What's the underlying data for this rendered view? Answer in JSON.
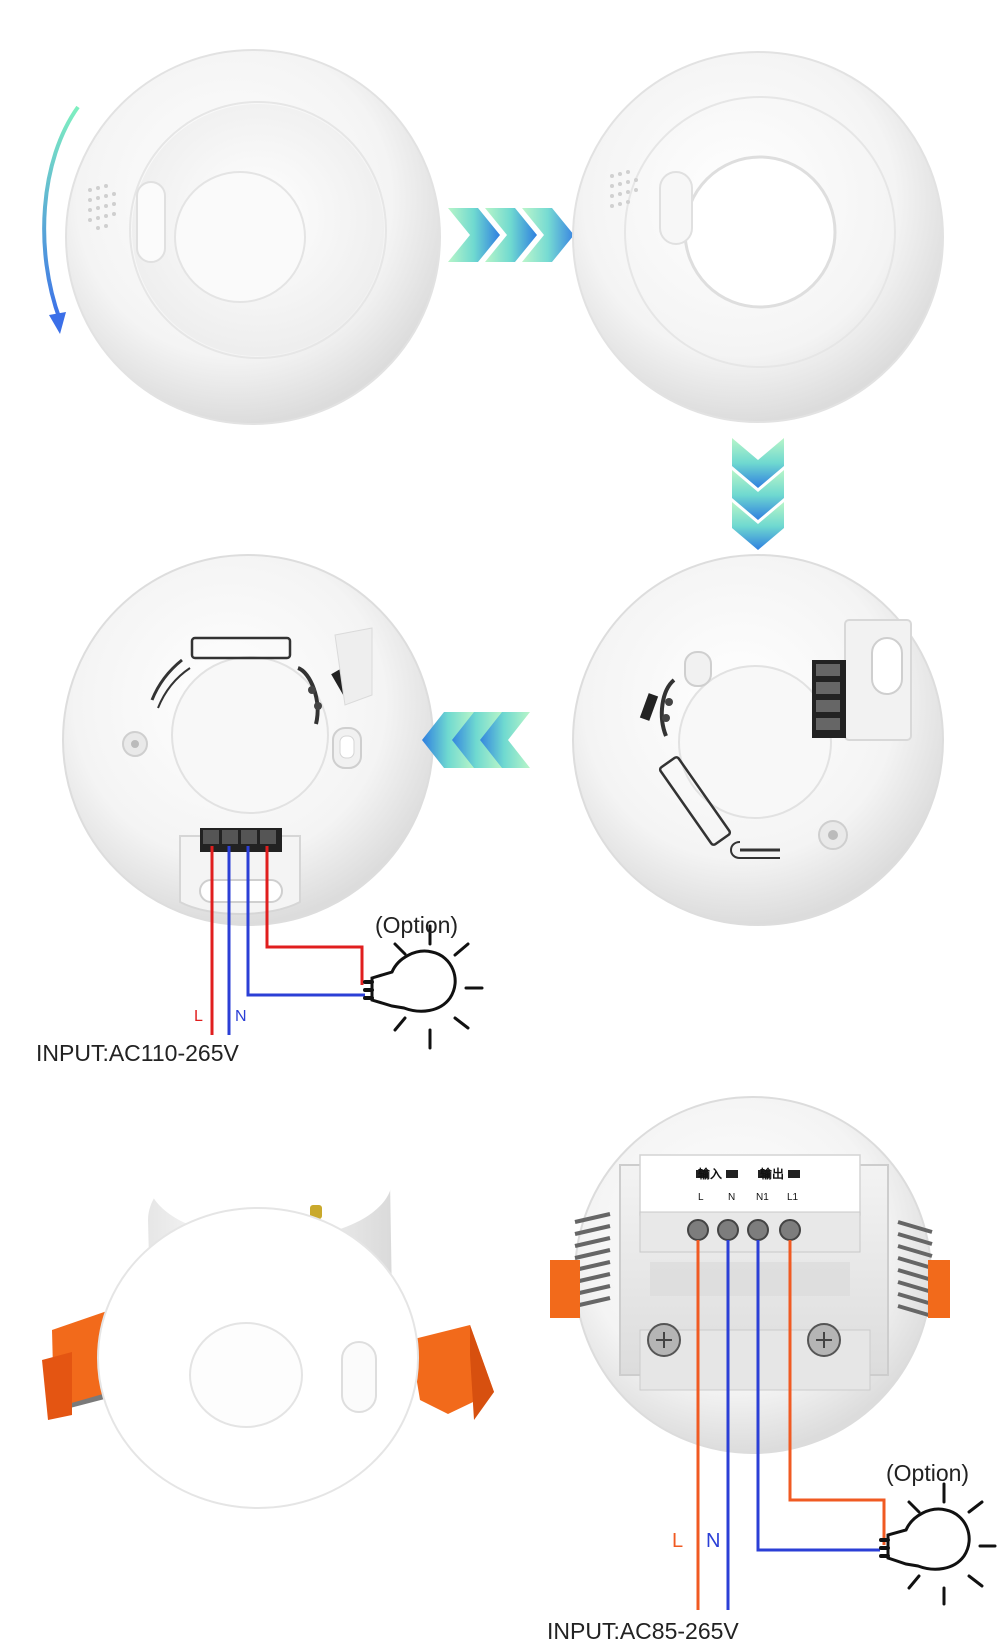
{
  "labels": {
    "option_top": "(Option)",
    "option_bottom": "(Option)",
    "input_top": "INPUT:AC110-265V",
    "input_bottom": "INPUT:AC85-265V",
    "wire_l_top": "L",
    "wire_n_top": "N",
    "wire_l_bottom": "L",
    "wire_n_bottom": "N",
    "terminal_in_cn": "输入",
    "terminal_out_cn": "输出",
    "terminal_l": "L",
    "terminal_n": "N",
    "terminal_n1": "N1",
    "terminal_l1": "L1"
  },
  "colors": {
    "live_wire": "#e01e1e",
    "live_wire_bottom": "#f05a22",
    "neutral_wire": "#2b3fd6",
    "clip_orange": "#f26a1b",
    "arrow_start": "#a8f0c8",
    "arrow_end": "#2f7fe0"
  },
  "icons": [
    "rotate-arrow-icon",
    "chevron-right-icon",
    "chevron-down-icon",
    "chevron-left-icon",
    "light-bulb-icon"
  ]
}
